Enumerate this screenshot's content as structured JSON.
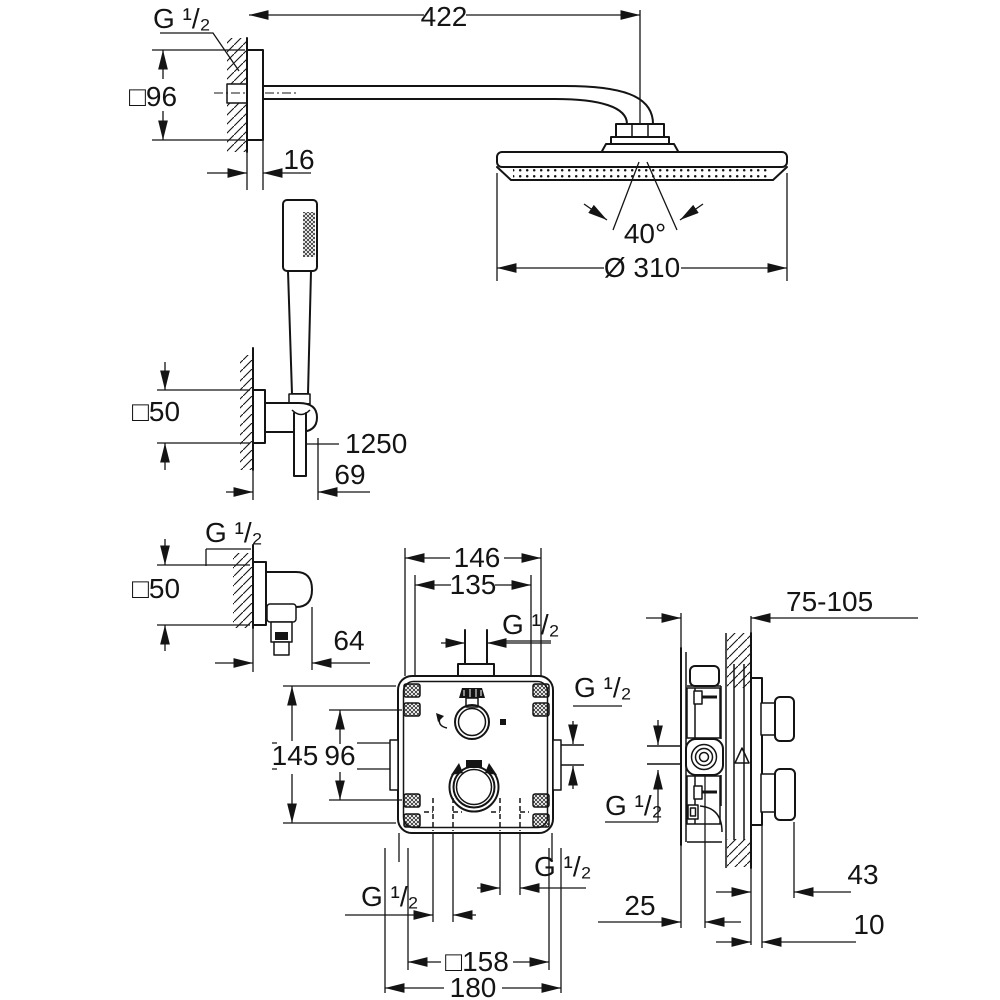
{
  "drawing": {
    "kind": "shower-set-installation-dimension-drawing",
    "background": "#ffffff",
    "line_color": "#141414",
    "units": "mm"
  },
  "dims": {
    "arm_thread": "G ¹/₂",
    "arm_length": "422",
    "arm_flange": "□96",
    "arm_plate_thickness": "16",
    "spray_angle": "40°",
    "head_diameter": "Ø 310",
    "holder_flange": "□50",
    "hose_length": "1250",
    "holder_projection": "69",
    "elbow_thread": "G ¹/₂",
    "elbow_flange": "□50",
    "elbow_projection": "64",
    "front_width_outer": "146",
    "front_width_inner": "135",
    "front_top_thread": "G ¹/₂",
    "front_height": "145",
    "front_port_spacing": "96",
    "front_side_thread": "G ¹/₂",
    "front_bottom_left_thread": "G ¹/₂",
    "front_bottom_right_thread": "G ¹/₂",
    "front_plate_size": "□158",
    "front_trim_size": "180",
    "side_depth_range": "75-105",
    "side_outlet_thread": "G ¹/₂",
    "side_handle_depth": "43",
    "side_box_offset": "25",
    "side_plate_thickness": "10"
  }
}
